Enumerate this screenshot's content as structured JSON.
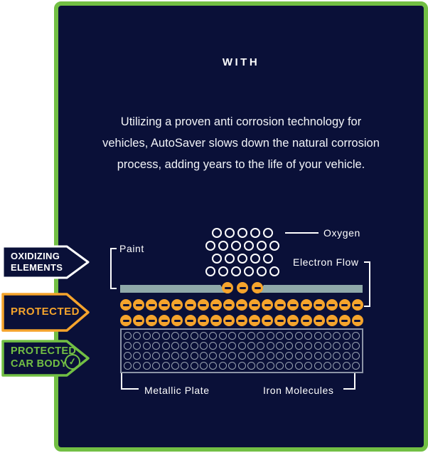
{
  "colors": {
    "background": "#ffffff",
    "panel": "#0a1038",
    "green": "#72bf44",
    "orange": "#f5a42c",
    "white": "#ffffff",
    "paint": "#8fa9a9",
    "iron": "#9aa3b2",
    "plate_border": "#8c94a6"
  },
  "panel": {
    "heading": "WITH",
    "description_lines": [
      "Utilizing a proven anti corrosion technology for",
      "vehicles, AutoSaver slows down the natural corrosion",
      "process, adding years to the life of your vehicle."
    ]
  },
  "tags": [
    {
      "line1": "OXIDIZING",
      "line2": "ELEMENTS"
    },
    {
      "line1": "PROTECTED"
    },
    {
      "line1": "PROTECTED",
      "line2": "CAR BODY",
      "icon": "✓"
    }
  ],
  "diagram": {
    "labels": {
      "oxygen": "Oxygen",
      "paint": "Paint",
      "electron_flow": "Electron Flow",
      "metallic_plate": "Metallic Plate",
      "iron_molecules": "Iron Molecules"
    },
    "oxygen_rows": [
      5,
      6,
      5,
      6
    ],
    "escaping_electrons": 3,
    "electron_rows": [
      19,
      19
    ],
    "iron_grid": {
      "rows": 4,
      "per_row": 25
    }
  }
}
